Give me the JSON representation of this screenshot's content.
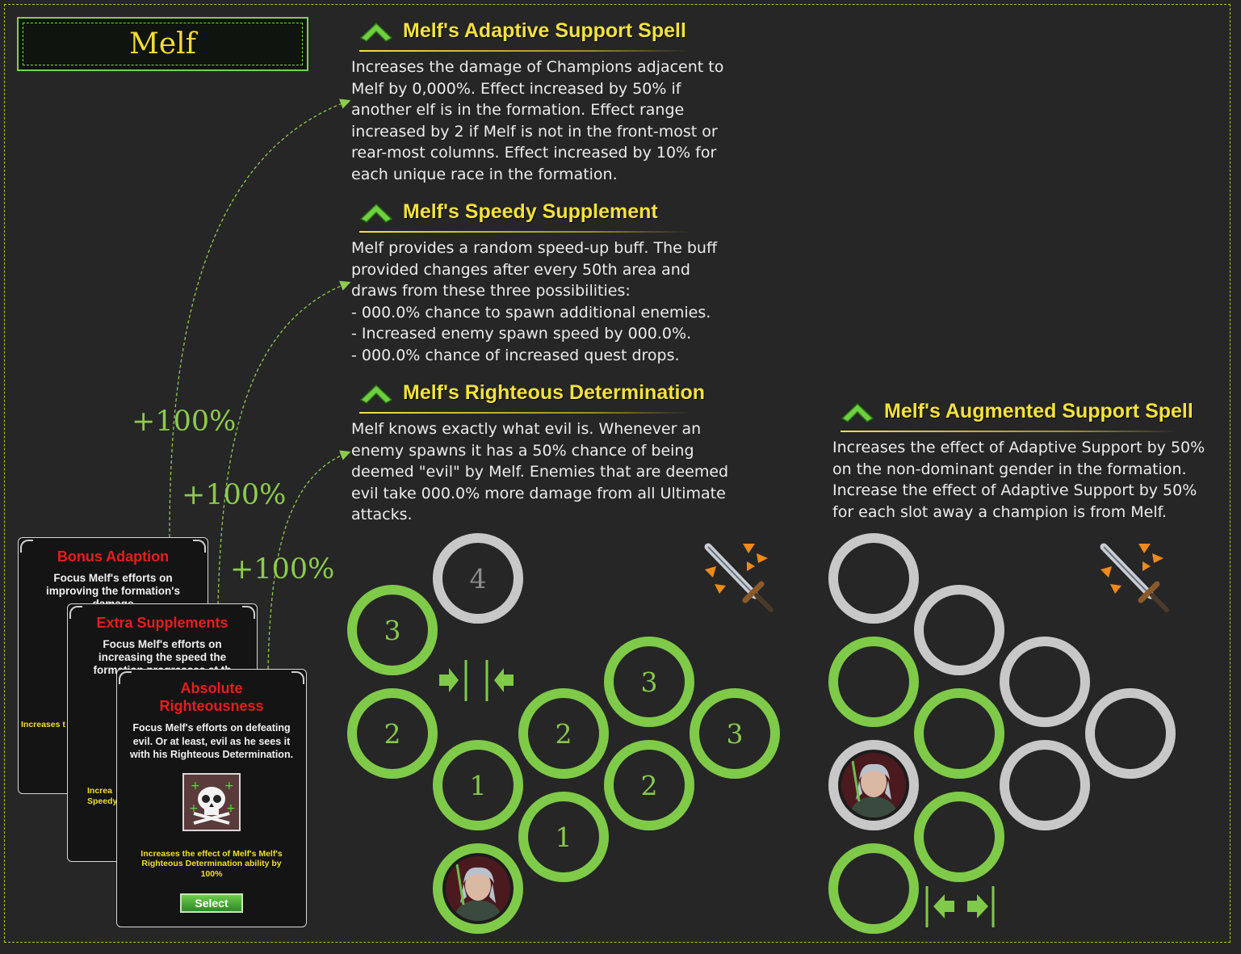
{
  "hero": {
    "name": "Melf"
  },
  "abilities": [
    {
      "title": "Melf's Adaptive Support Spell",
      "text": "Increases the damage of Champions adjacent to\nMelf by 0,000%. Effect increased by 50% if\nanother elf is in the formation. Effect range\nincreased by 2 if Melf is not in the front-most or\nrear-most columns. Effect increased by 10% for\neach unique race in the formation."
    },
    {
      "title": "Melf's Speedy Supplement",
      "text": "Melf provides a random speed-up buff. The buff\nprovided changes after every 50th area and\ndraws from these three possibilities:\n- 000.0% chance to spawn additional enemies.\n- Increased enemy spawn speed by 000.0%.\n- 000.0% chance of increased quest drops."
    },
    {
      "title": "Melf's Righteous Determination",
      "text": "Melf knows exactly what evil is. Whenever an\nenemy spawns it has a 50% chance of being\ndeemed \"evil\" by Melf. Enemies that are deemed\nevil take 000.0% more damage from all Ultimate\nattacks."
    },
    {
      "title": "Melf's Augmented Support Spell",
      "text": "Increases the effect of Adaptive Support by 50%\non the non-dominant gender in the formation.\nIncrease the effect of Adaptive Support by 50%\nfor each slot away a champion is from Melf."
    }
  ],
  "bonuses": [
    "+100%",
    "+100%",
    "+100%"
  ],
  "cards": [
    {
      "title": "Bonus Adaption",
      "desc": "Focus Melf's efforts on improving the formation's damage",
      "foot": "Increases t Sup"
    },
    {
      "title": "Extra Supplements",
      "desc": "Focus Melf's efforts on increasing the speed the formation progresses at th",
      "foot": "Increa Speedy"
    },
    {
      "title": "Absolute Righteousness",
      "desc": "Focus Melf's efforts on defeating evil. Or at least, evil as he sees it with his Righteous Determination.",
      "foot": "Increases the effect of Melf's Melf's Righteous Determination ability by 100%",
      "button": "Select"
    }
  ],
  "formation_left": {
    "labels": [
      "4",
      "3",
      "2",
      "1",
      "1",
      "2",
      "3",
      "2",
      "3"
    ]
  },
  "colors": {
    "accent_green": "#7fca48",
    "title_yellow": "#f4e23d",
    "card_red": "#e81d1d",
    "slot_gray": "#c8c8c8"
  }
}
